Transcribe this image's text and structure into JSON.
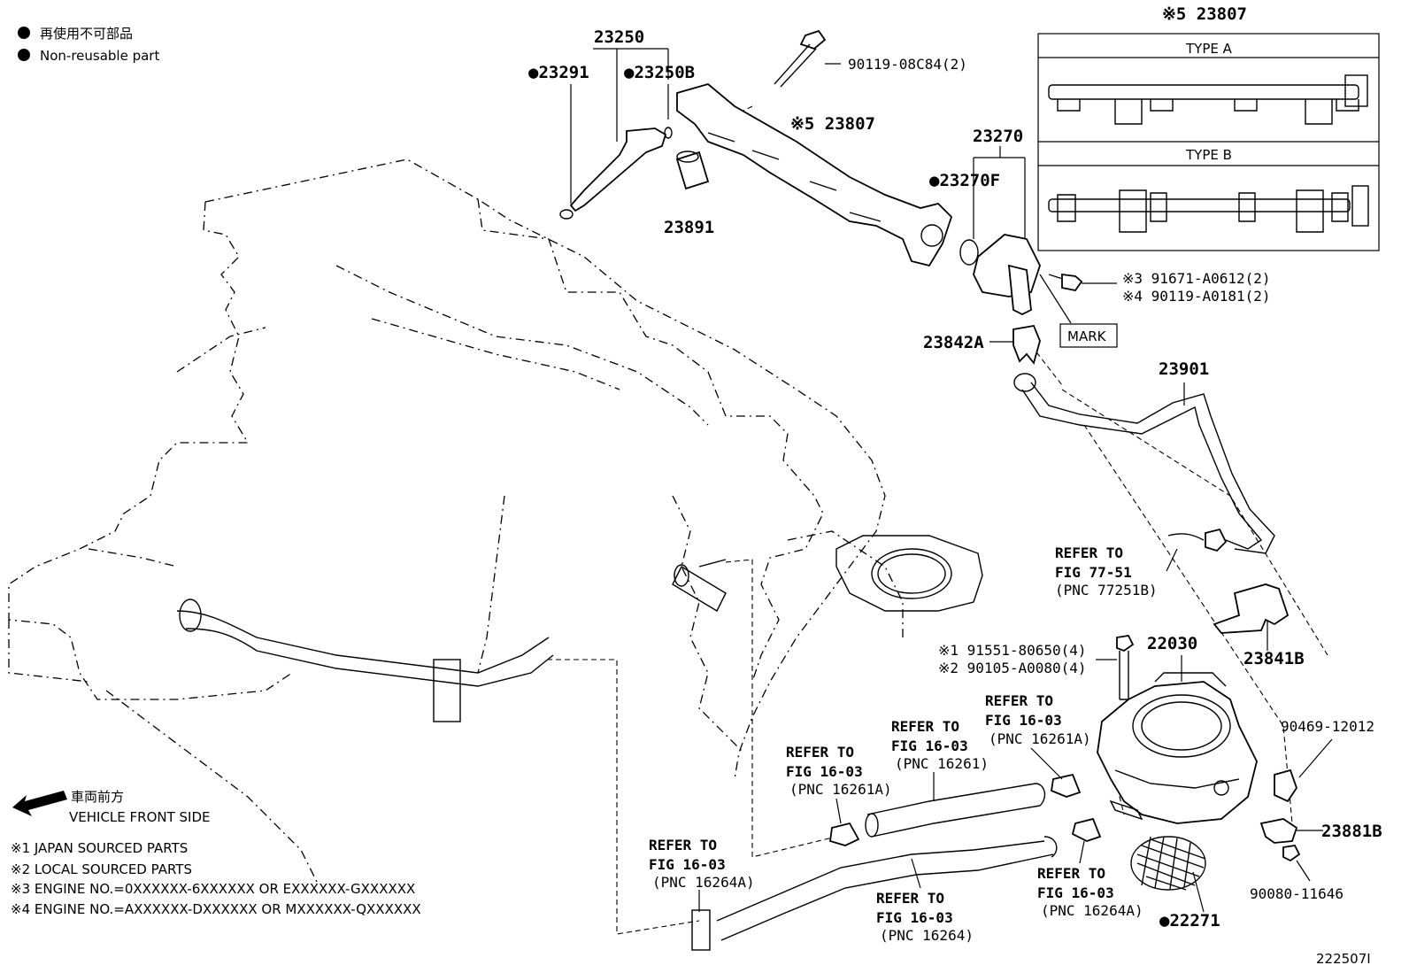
{
  "legend": {
    "non_reusable_jp": "再使用不可部品",
    "non_reusable_en": "Non-reusable part"
  },
  "direction": {
    "jp": "車両前方",
    "en": "VEHICLE FRONT SIDE"
  },
  "footnotes": [
    "※1 JAPAN SOURCED PARTS",
    "※2 LOCAL SOURCED PARTS",
    "※3 ENGINE NO.=0XXXXXX-6XXXXXX OR EXXXXXX-GXXXXXX",
    "※4 ENGINE NO.=AXXXXXX-DXXXXXX OR MXXXXXX-QXXXXXX"
  ],
  "inset": {
    "part_number": "※5 23807",
    "type_a": "TYPE A",
    "type_b": "TYPE B"
  },
  "mark_label": "MARK",
  "figure_id": "222507I",
  "parts": {
    "p23250": "23250",
    "p23291": "●23291",
    "p23250b": "●23250B",
    "p90119_08c84": "90119-08C84(2)",
    "p23807": "※5 23807",
    "p23891": "23891",
    "p23270": "23270",
    "p23270f": "●23270F",
    "p91671": "※3 91671-A0612(2)",
    "p90119_a0181": "※4 90119-A0181(2)",
    "p23842a": "23842A",
    "p23901": "23901",
    "p23841b": "23841B",
    "p91551": "※1 91551-80650(4)",
    "p90105": "※2 90105-A0080(4)",
    "p22030": "22030",
    "p90469": "90469-12012",
    "p23881b": "23881B",
    "p90080": "90080-11646",
    "p22271": "●22271"
  },
  "refs": {
    "r77_51": [
      "REFER TO",
      "FIG 77-51",
      "(PNC 77251B)"
    ],
    "r16261a_top": [
      "REFER TO",
      "FIG 16-03",
      "(PNC 16261A)"
    ],
    "r16261": [
      "REFER TO",
      "FIG 16-03",
      "(PNC 16261)"
    ],
    "r16261a_left": [
      "REFER TO",
      "FIG 16-03",
      "(PNC 16261A)"
    ],
    "r16264a_left": [
      "REFER TO",
      "FIG 16-03",
      "(PNC 16264A)"
    ],
    "r16264": [
      "REFER TO",
      "FIG 16-03",
      "(PNC 16264)"
    ],
    "r16264a_right": [
      "REFER TO",
      "FIG 16-03",
      "(PNC 16264A)"
    ]
  }
}
